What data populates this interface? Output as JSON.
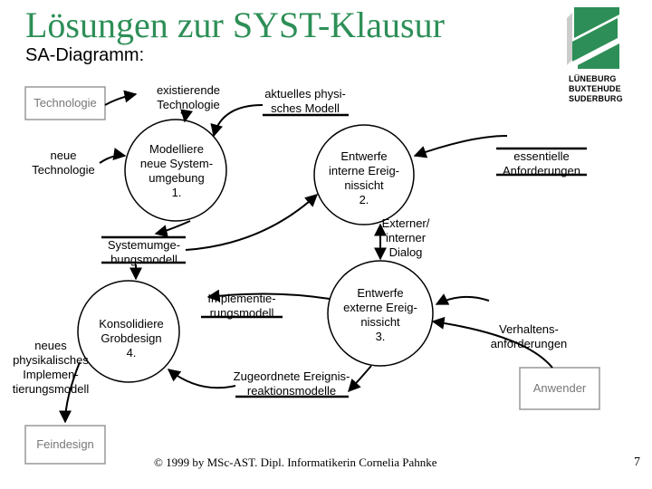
{
  "slide": {
    "title": "Lösungen zur SYST-Klausur",
    "subtitle": "SA-Diagramm:",
    "footer": "© 1999 by  MSc-AST. Dipl. Informatikerin  Cornelia Pahnke",
    "page_number": "7"
  },
  "logo": {
    "lines": [
      "LÜNEBURG",
      "BUXTEHUDE",
      "SUDERBURG"
    ]
  },
  "colors": {
    "title": "#2d8f57",
    "logo_green": "#2d8f57",
    "terminator_border": "#999999"
  },
  "terminators": {
    "technologie": "Technologie",
    "anwender": "Anwender",
    "feindesign": "Feindesign"
  },
  "processes": {
    "p1": [
      "Modelliere",
      "neue System-",
      "umgebung",
      "1."
    ],
    "p2": [
      "Entwerfe",
      "interne Ereig-",
      "nissicht",
      "2."
    ],
    "p3": [
      "Entwerfe",
      "externe Ereig-",
      "nissicht",
      "3."
    ],
    "p4": [
      "Konsolidiere",
      "Grobdesign",
      "4."
    ]
  },
  "stores": {
    "aktuelles_modell": [
      "aktuelles physi-",
      "sches Modell"
    ],
    "essentielle_anforderungen": [
      "essentielle",
      "Anforderungen"
    ],
    "systemumgebungsmodell": [
      "Systemumge-",
      "bungsmodell"
    ],
    "implementierungsmodell": [
      "Implementie-",
      "rungsmodell"
    ],
    "zugeordnete_modelle": [
      "Zugeordnete Ereignis-",
      "reaktionsmodelle"
    ]
  },
  "flows": {
    "existierende_technologie": [
      "existierende",
      "Technologie"
    ],
    "neue_technologie": [
      "neue",
      "Technologie"
    ],
    "externer_interner_dialog": [
      "Externer/",
      "interner",
      "Dialog"
    ],
    "verhaltensanforderungen": [
      "Verhaltens-",
      "anforderungen"
    ],
    "neues_physikalisches_modell": [
      "neues",
      "physikalisches",
      "Implemen-",
      "tierungsmodell"
    ]
  }
}
